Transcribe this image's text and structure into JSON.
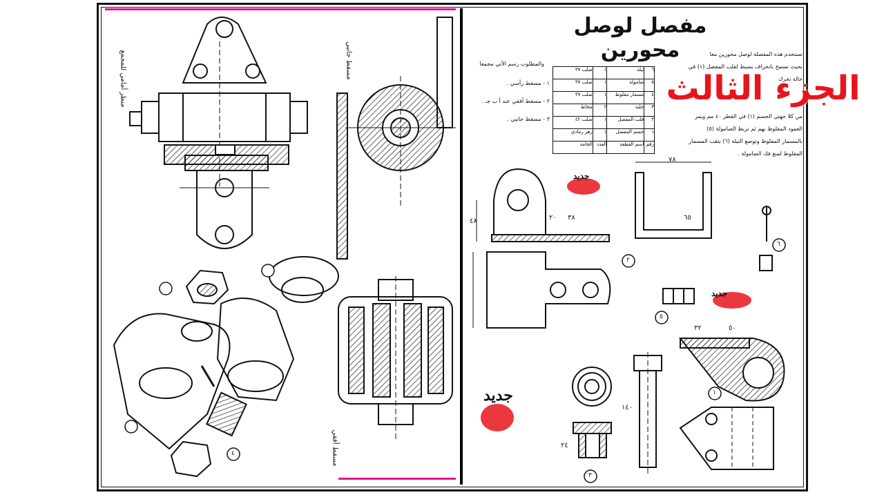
{
  "document": {
    "title": "مفصل لوصل محورين",
    "overlay_label": "الجزء الثالث",
    "description_lines": [
      "تستخدم هذه المفصلة لوصل محورين معا",
      "بحيث تسمح بانحراف بسيط لقلب المفصل (١) في",
      "حالة تحرك",
      "من كلا جهتي الجسم (١) في القطر ٤٠ مم ويمر",
      "العمود المقلوظ بهم ثم تربط الصامولة (٥)",
      "بالمسمار المقلوظ وتوضع التيلة (٦) بثقب المسمار",
      "المقلوظ لمنع فك الصامولة ."
    ],
    "requirement_title": "والمطلوب رسم الآتي مجمعا",
    "requirements": [
      "١ - مسقط رأسي .",
      "٢ - مسقط أفقي عند أ ب جـ .",
      "٣ - مسقط جانبي ."
    ],
    "parts_table": {
      "rows": [
        {
          "no": "٦",
          "name": "تيلة",
          "qty": "١",
          "material": "صلب ٣٧"
        },
        {
          "no": "٥",
          "name": "صامولة",
          "qty": "١",
          "material": "صلب ٣٧"
        },
        {
          "no": "٤",
          "name": "مسمار مقلوظ",
          "qty": "١",
          "material": "صلب ٣٧"
        },
        {
          "no": "٣",
          "name": "جلبة",
          "qty": "٢",
          "material": "مخاط"
        },
        {
          "no": "٢",
          "name": "قلب المفصل",
          "qty": "١",
          "material": "صلب ٤٢"
        },
        {
          "no": "١",
          "name": "جسم المفصل",
          "qty": "١",
          "material": "زهر رمادي"
        },
        {
          "no": "رقم",
          "name": "اسم القطعة",
          "qty": "العدد",
          "material": "الخامة"
        }
      ]
    },
    "left_side_labels": [
      "منظر أمامي للمجمع",
      "مسقط جانبي",
      "مسقط أفقي"
    ],
    "part_numbers": [
      "١",
      "٢",
      "٣",
      "٤",
      "٥",
      "٦"
    ],
    "dimensions": [
      "٧٨",
      "٣٨",
      "٢٠",
      "٥٠",
      "٣٢",
      "١٤٠",
      "٤٨",
      "٦٥",
      "٢٤"
    ],
    "watermark_label": "جديد"
  },
  "colors": {
    "overlay_red": "#e8141c",
    "accent_pink": "#e0148a",
    "ink": "#111111"
  }
}
